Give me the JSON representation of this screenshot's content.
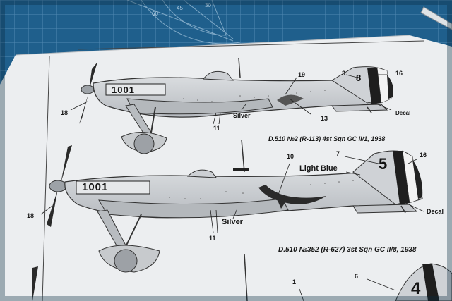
{
  "photo": {
    "mat_color": "#1f5f8c",
    "paper_color": "#eceef0",
    "aircraft_color": "#c9ccd0"
  },
  "plane_top": {
    "caption": "D.510 №2 (R-113) 4st Sqn GC II/1, 1938",
    "callouts": {
      "prop": "18",
      "fin_num": "3",
      "wing": "19",
      "rudder": "16",
      "gear": "11",
      "emblem": "13"
    },
    "label_silver": "Silver",
    "label_decal": "Decal",
    "code_number": "8",
    "unit_mark": "1001"
  },
  "plane_bottom": {
    "caption": "D.510 №352 (R-627) 3st Sqn GC II/8, 1938",
    "callouts": {
      "prop": "18",
      "fin_num": "7",
      "emblem": "10",
      "rudder": "16",
      "gear": "11"
    },
    "label_light_blue": "Light Blue",
    "label_silver": "Silver",
    "label_decal": "Decal",
    "code_number": "5",
    "unit_mark": "1001"
  },
  "plane_partial": {
    "callouts": {
      "a": "1",
      "b": "6"
    },
    "code_number": "4"
  }
}
